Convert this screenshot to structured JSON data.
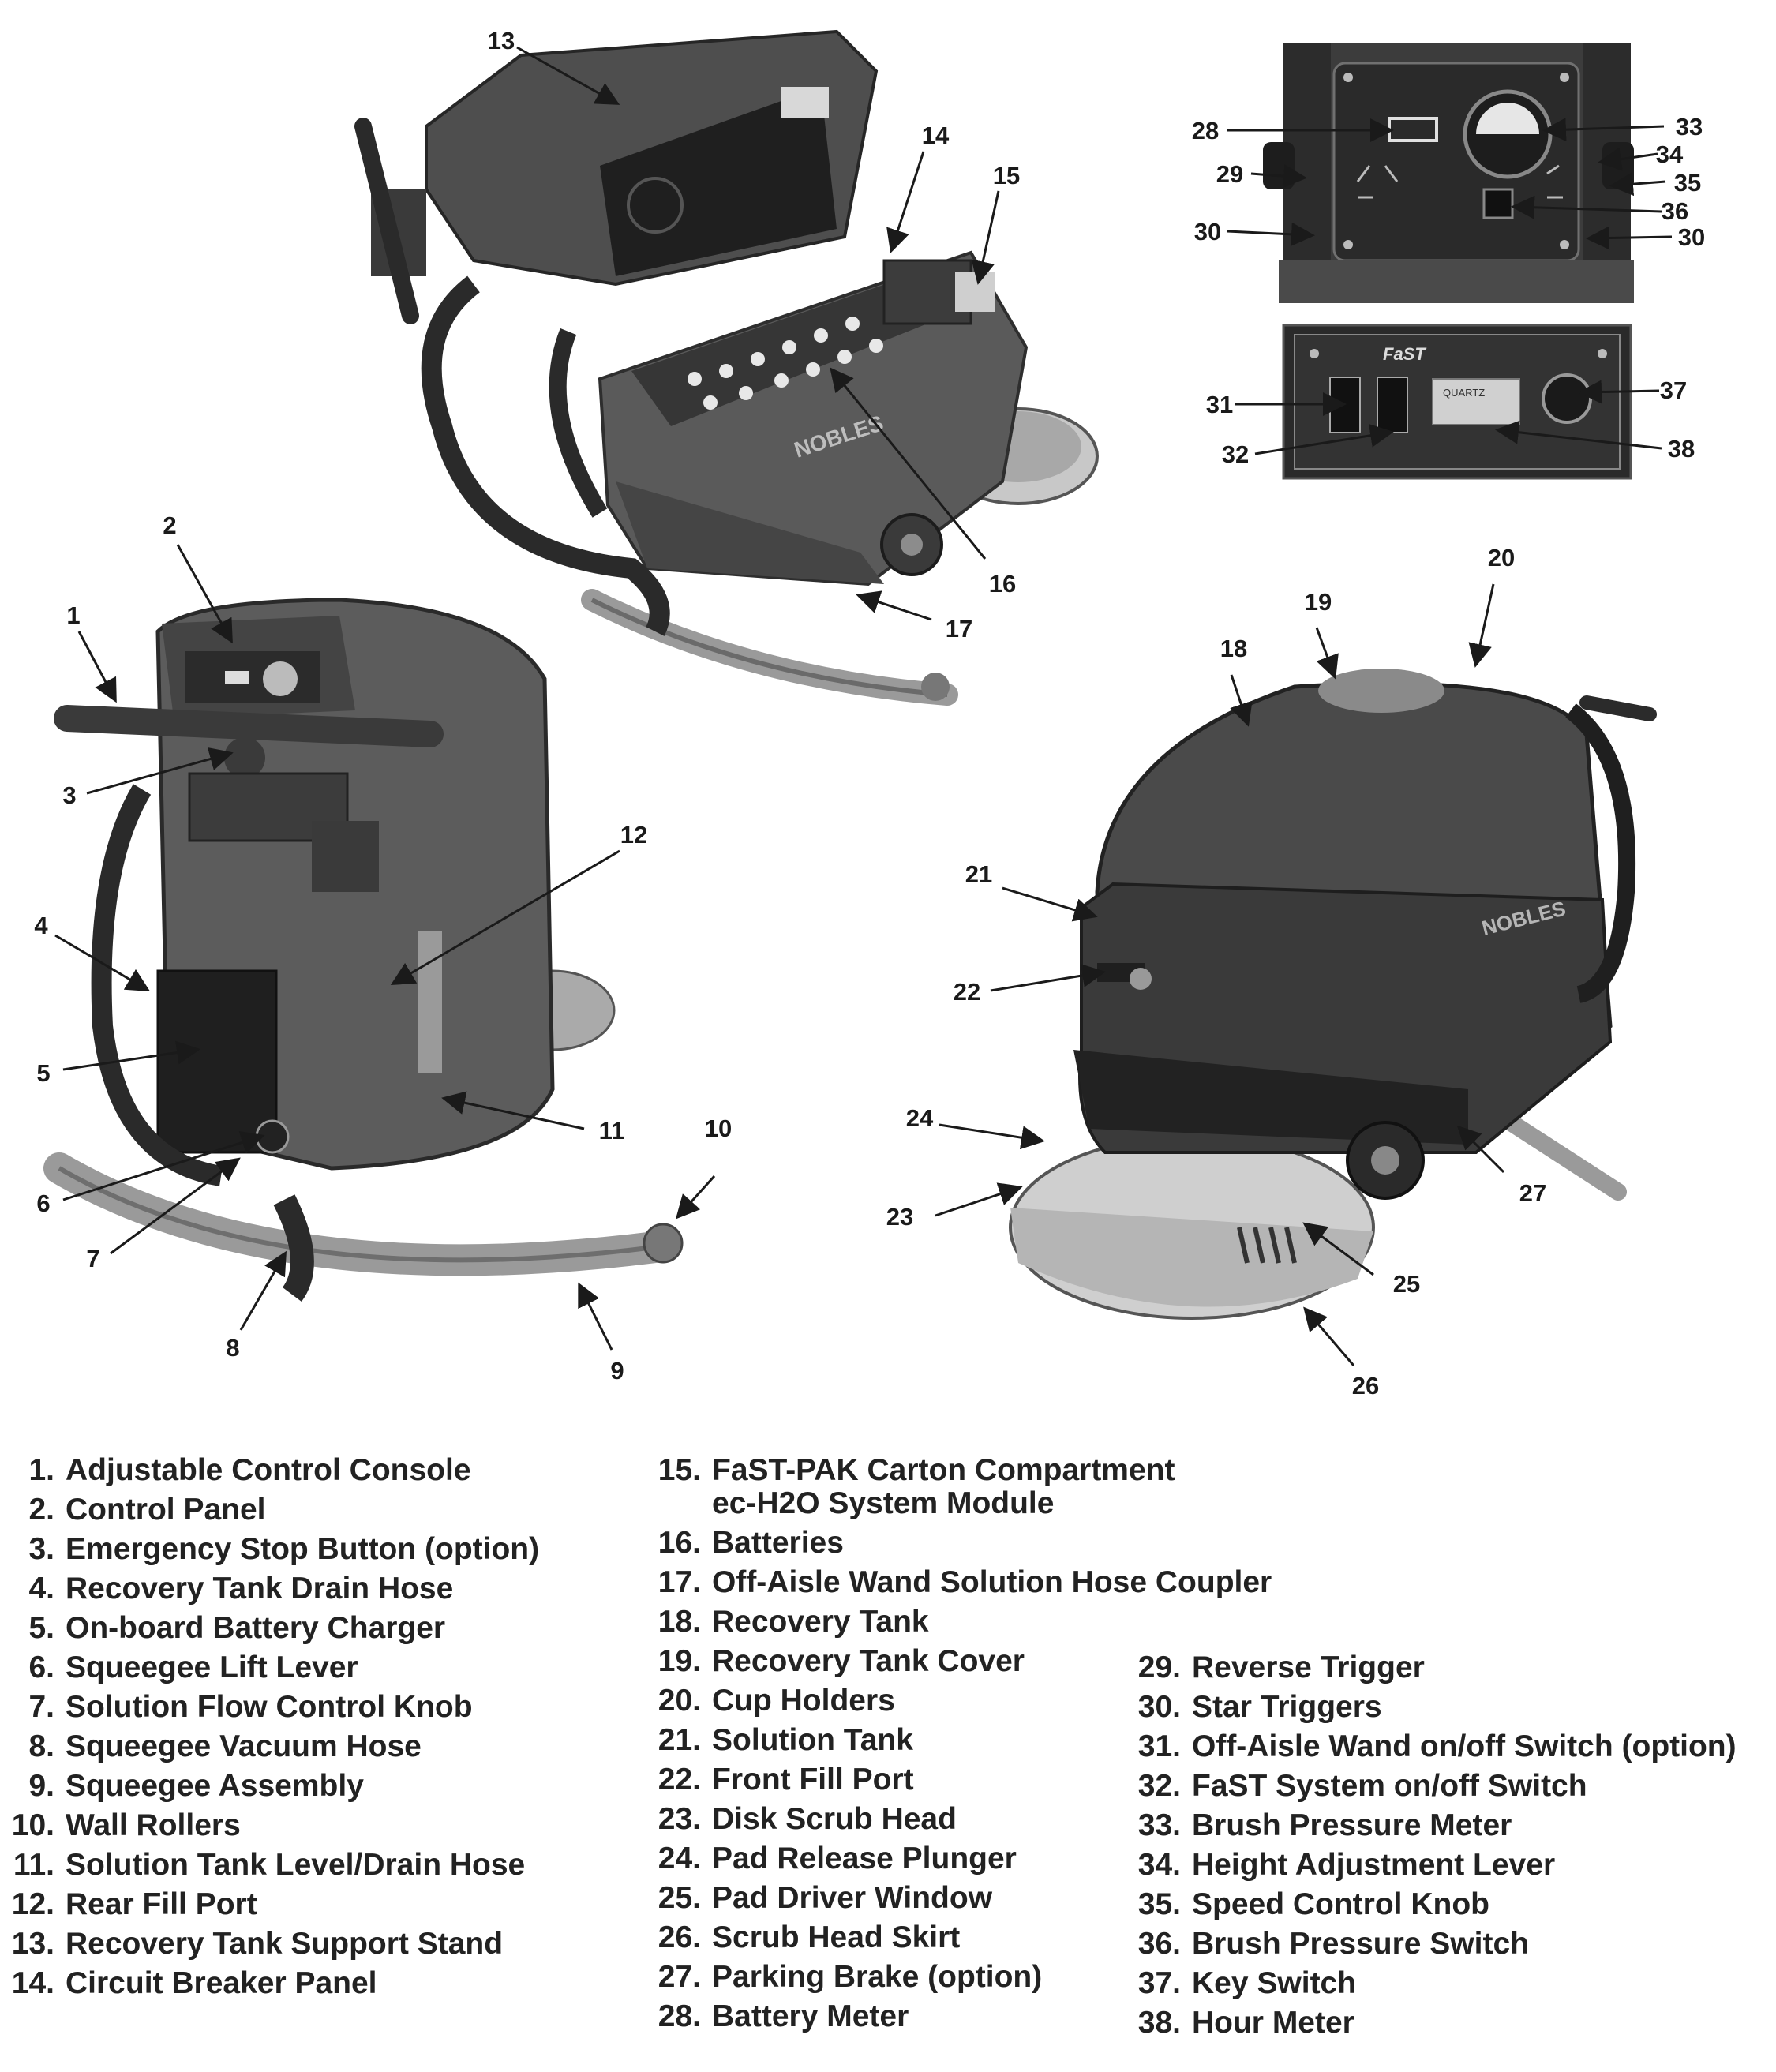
{
  "callout_numbers": [
    "1",
    "2",
    "3",
    "4",
    "5",
    "6",
    "7",
    "8",
    "9",
    "10",
    "11",
    "12",
    "13",
    "14",
    "15",
    "16",
    "17",
    "18",
    "19",
    "20",
    "21",
    "22",
    "23",
    "24",
    "25",
    "26",
    "27",
    "28",
    "29",
    "30",
    "31",
    "32",
    "33",
    "34",
    "35",
    "36",
    "37",
    "38"
  ],
  "panel_a": {
    "fast_logo": "FaST",
    "meter_text": "QUARTZ"
  },
  "legend": {
    "col1": [
      {
        "num": "1.",
        "label": "Adjustable Control Console"
      },
      {
        "num": "2.",
        "label": "Control Panel"
      },
      {
        "num": "3.",
        "label": "Emergency Stop Button (option)"
      },
      {
        "num": "4.",
        "label": "Recovery Tank Drain Hose"
      },
      {
        "num": "5.",
        "label": "On-board Battery Charger"
      },
      {
        "num": "6.",
        "label": "Squeegee Lift Lever"
      },
      {
        "num": "7.",
        "label": "Solution Flow Control Knob"
      },
      {
        "num": "8.",
        "label": "Squeegee Vacuum Hose"
      },
      {
        "num": "9.",
        "label": "Squeegee Assembly"
      },
      {
        "num": "10.",
        "label": "Wall Rollers"
      },
      {
        "num": "11.",
        "label": "Solution Tank Level/Drain Hose"
      },
      {
        "num": "12.",
        "label": "Rear Fill Port"
      },
      {
        "num": "13.",
        "label": "Recovery Tank Support Stand"
      },
      {
        "num": "14.",
        "label": "Circuit Breaker Panel"
      }
    ],
    "col2_first": {
      "num": "15.",
      "label": "FaST-PAK Carton Compartment",
      "sub": "ec-H2O System Module"
    },
    "col2": [
      {
        "num": "16.",
        "label": "Batteries"
      },
      {
        "num": "17.",
        "label": "Off-Aisle Wand Solution Hose Coupler"
      },
      {
        "num": "18.",
        "label": "Recovery Tank"
      },
      {
        "num": "19.",
        "label": "Recovery Tank Cover"
      },
      {
        "num": "20.",
        "label": "Cup Holders"
      },
      {
        "num": "21.",
        "label": "Solution Tank"
      },
      {
        "num": "22.",
        "label": "Front Fill Port"
      },
      {
        "num": "23.",
        "label": "Disk Scrub Head"
      },
      {
        "num": "24.",
        "label": "Pad Release Plunger"
      },
      {
        "num": "25.",
        "label": "Pad Driver Window"
      },
      {
        "num": "26.",
        "label": "Scrub Head Skirt"
      },
      {
        "num": "27.",
        "label": "Parking Brake (option)"
      },
      {
        "num": "28.",
        "label": "Battery Meter"
      }
    ],
    "col3": [
      {
        "num": "29.",
        "label": "Reverse Trigger"
      },
      {
        "num": "30.",
        "label": "Star Triggers"
      },
      {
        "num": "31.",
        "label": "Off-Aisle Wand on/off Switch (option)"
      },
      {
        "num": "32.",
        "label": "FaST System on/off Switch"
      },
      {
        "num": "33.",
        "label": "Brush Pressure Meter"
      },
      {
        "num": "34.",
        "label": "Height Adjustment Lever"
      },
      {
        "num": "35.",
        "label": "Speed Control Knob"
      },
      {
        "num": "36.",
        "label": "Brush Pressure Switch"
      },
      {
        "num": "37.",
        "label": "Key Switch"
      },
      {
        "num": "38.",
        "label": "Hour Meter"
      }
    ]
  }
}
